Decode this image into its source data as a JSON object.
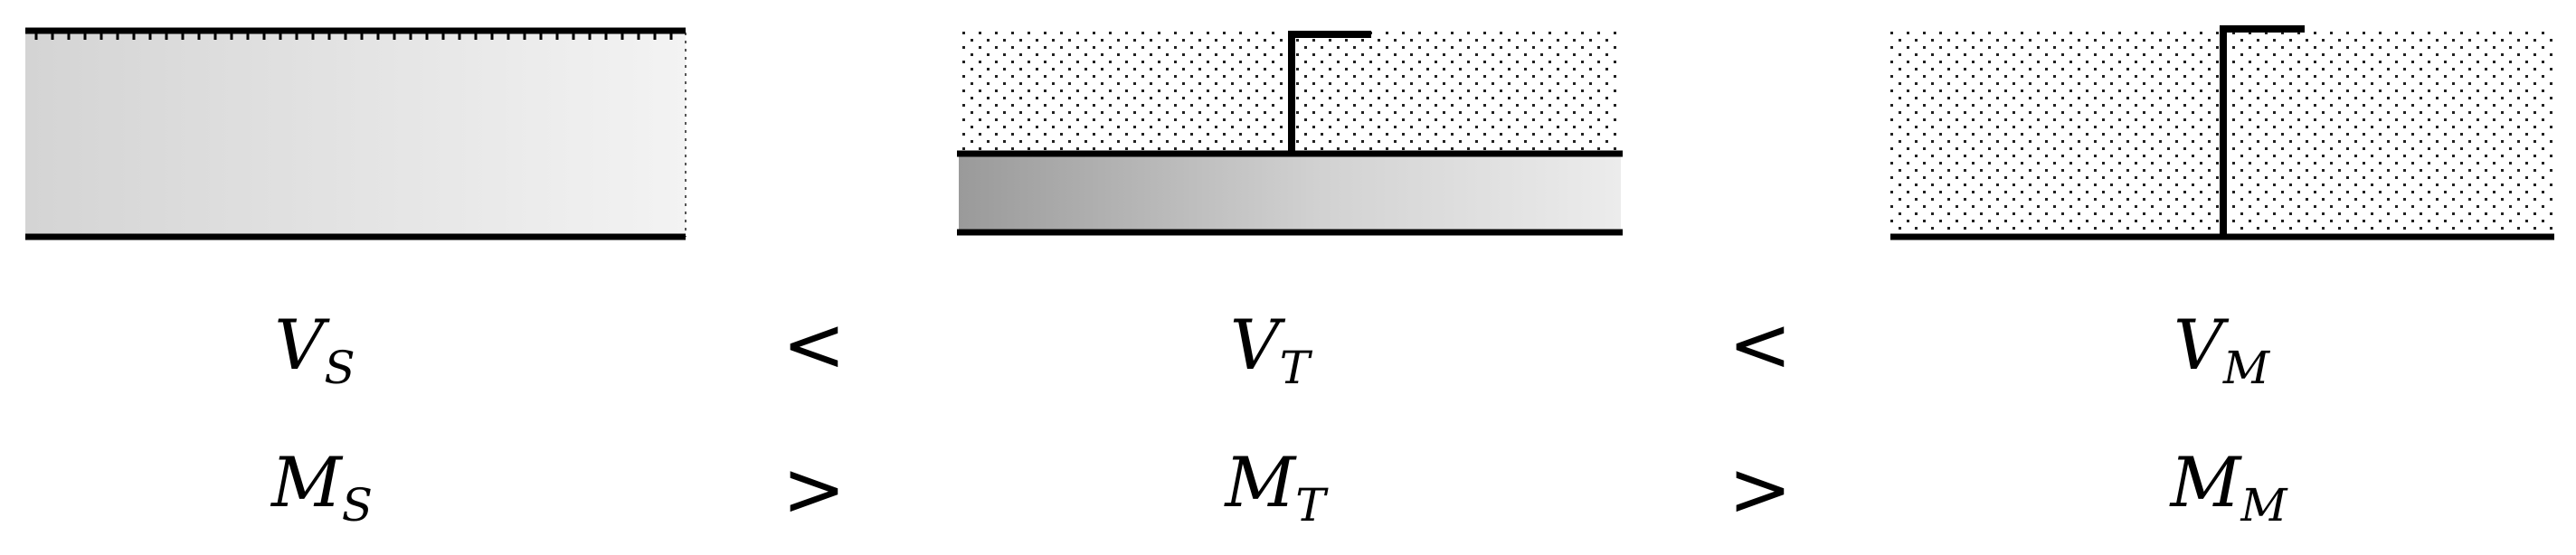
{
  "panels": [
    {
      "id": "s",
      "velocity": {
        "base": "V",
        "sub": "S"
      },
      "momentum": {
        "base": "M",
        "sub": "S"
      }
    },
    {
      "id": "t",
      "velocity": {
        "base": "V",
        "sub": "T"
      },
      "momentum": {
        "base": "M",
        "sub": "T"
      }
    },
    {
      "id": "m",
      "velocity": {
        "base": "V",
        "sub": "M"
      },
      "momentum": {
        "base": "M",
        "sub": "M"
      }
    }
  ],
  "comparisons": {
    "velocity_ops": [
      "<",
      "<"
    ],
    "momentum_ops": [
      ">",
      ">"
    ]
  }
}
